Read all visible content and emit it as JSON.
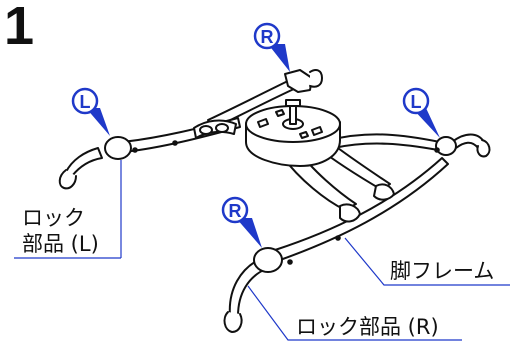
{
  "step_number": "1",
  "callouts": {
    "right_marker": "R",
    "left_marker": "L",
    "marker_color": "#1f39c9"
  },
  "labels": {
    "lock_part_l_line1": "ロック",
    "lock_part_l_line2": "部品 (L)",
    "leg_frame": "脚フレーム",
    "lock_part_r": "ロック部品 (R)"
  },
  "colors": {
    "line": "#111111",
    "callout_line": "#1f39c9",
    "part_fill": "#ffffff"
  }
}
